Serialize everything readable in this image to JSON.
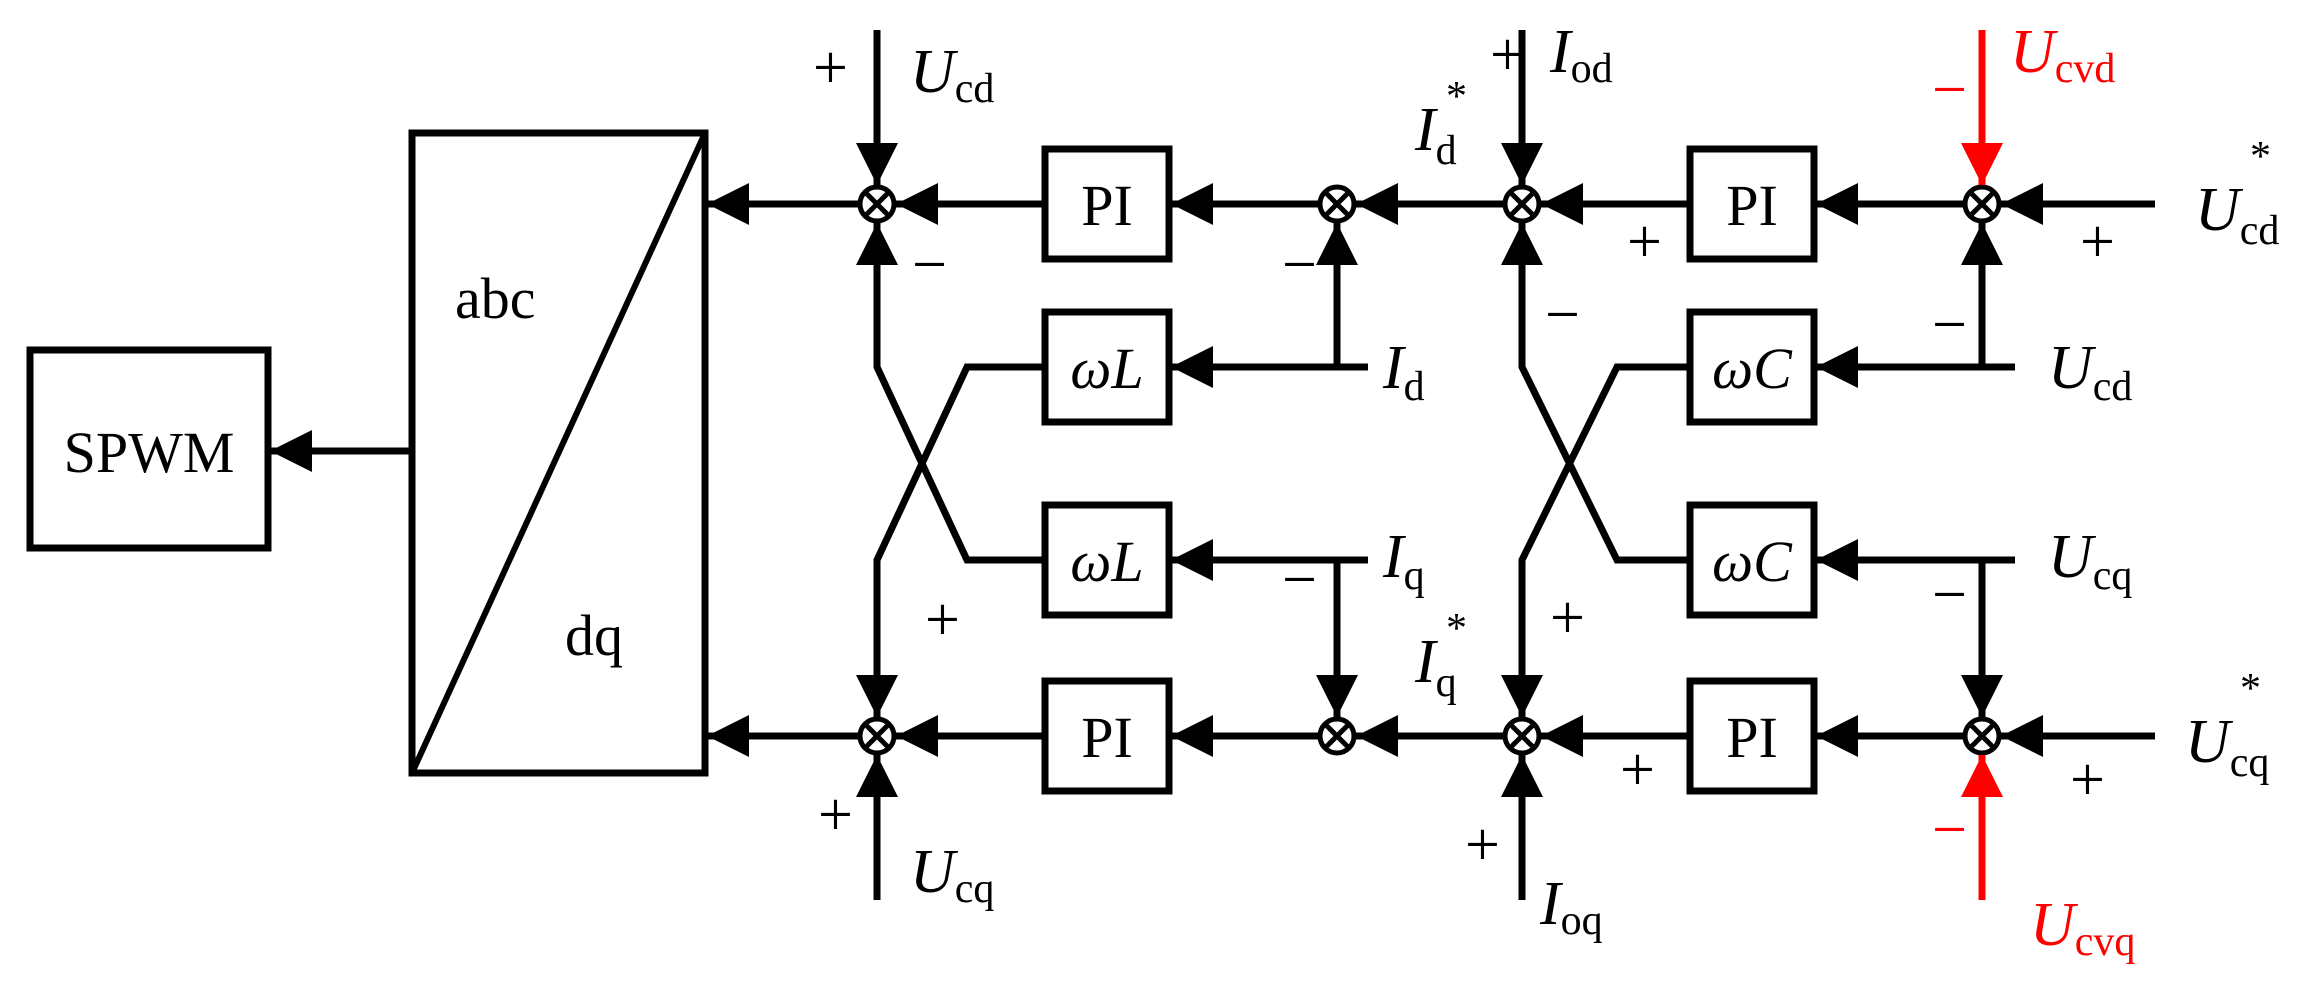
{
  "blocks": {
    "spwm": "SPWM",
    "abc": "abc",
    "dq": "dq",
    "pi": "PI",
    "omega": "ω",
    "L": "L",
    "C": "C"
  },
  "signals": {
    "U": "U",
    "I": "I",
    "cd": "cd",
    "cq": "cq",
    "od": "od",
    "oq": "oq",
    "d": "d",
    "q": "q",
    "cvd": "cvd",
    "cvq": "cvq",
    "star": "*"
  },
  "signs": {
    "plus": "+",
    "minus": "−"
  },
  "colors": {
    "line": "#000000",
    "highlight": "#ff0000"
  }
}
